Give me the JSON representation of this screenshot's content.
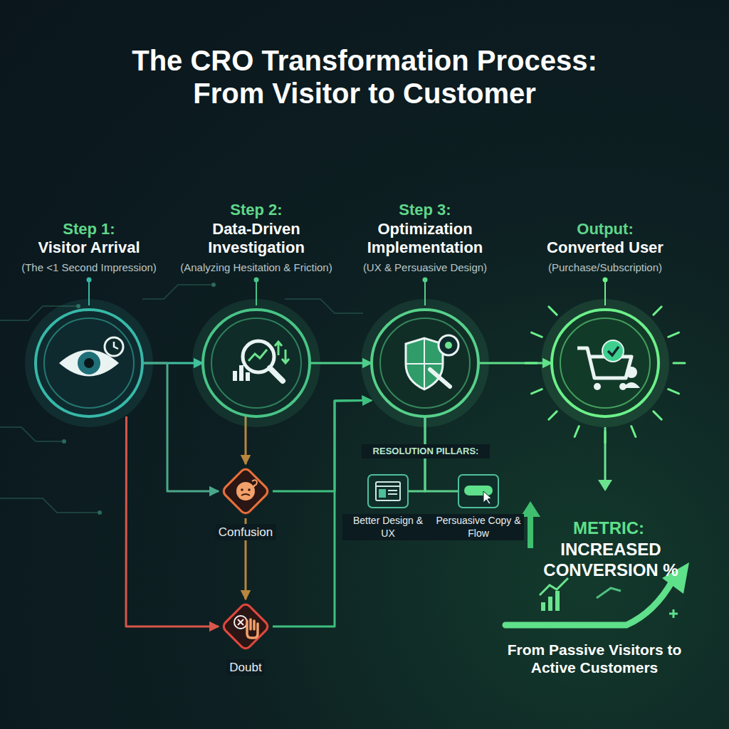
{
  "diagram": {
    "title": "The CRO Transformation Process: From Visitor to Customer",
    "nodes": [
      {
        "text": [
          "Step 1:",
          "Visitor Arrival",
          "(The <1 Second Impression)"
        ]
      },
      {
        "text": [
          "Step 2:",
          "Data-Driven Investigation",
          "(Analyzing Hesitation & Friction)"
        ]
      },
      {
        "text": [
          "Step 3:",
          "Optimization Implementation",
          "(UX & Persuasive Design)"
        ]
      },
      {
        "text": [
          "Output:",
          "Converted User",
          "(Purchase/Subscription)"
        ]
      },
      {
        "text": [
          "Confusion"
        ]
      },
      {
        "text": [
          "Doubt"
        ]
      },
      {
        "text": [
          "Better Design & UX"
        ]
      },
      {
        "text": [
          "Persuasive Copy & Flow"
        ]
      }
    ],
    "edges": [
      {
        "from": 0,
        "to": 1,
        "arrow": "to"
      },
      {
        "from": 1,
        "to": 2,
        "arrow": "to"
      },
      {
        "from": 2,
        "to": 3,
        "arrow": "to"
      },
      {
        "from": 0,
        "to": 4,
        "arrow": "to"
      },
      {
        "from": 0,
        "to": 5,
        "arrow": "to"
      },
      {
        "from": 1,
        "to": 4,
        "arrow": "to"
      },
      {
        "from": 4,
        "to": 5,
        "arrow": "to"
      },
      {
        "from": 4,
        "to": 2,
        "arrow": "to"
      },
      {
        "from": 5,
        "to": 2,
        "arrow": "to"
      },
      {
        "from": 2,
        "to": 6,
        "arrow": "none"
      },
      {
        "from": 2,
        "to": 7,
        "arrow": "none"
      }
    ],
    "labels": [
      "RESOLUTION PILLARS:",
      "METRIC:",
      "INCREASED CONVERSION %",
      "From Passive Visitors to Active Customers"
    ]
  }
}
